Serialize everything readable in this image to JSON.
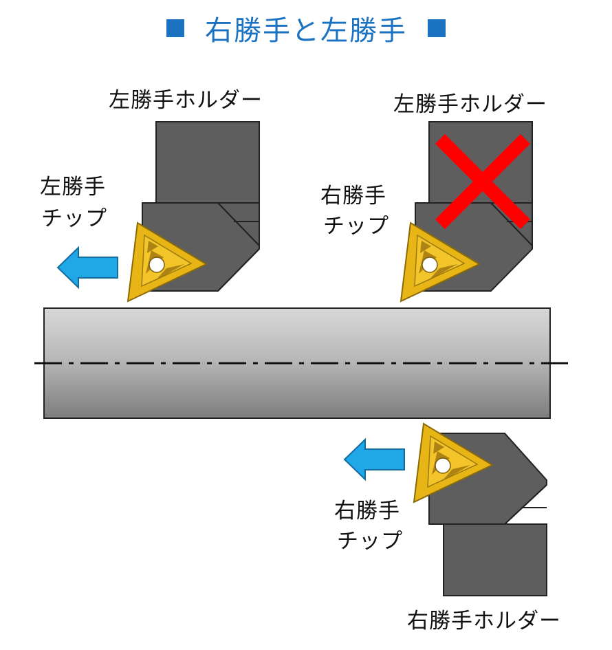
{
  "title": "右勝手と左勝手",
  "colors": {
    "title": "#1a72c0",
    "arrow": "#1fa7e8",
    "holder": "#5e5e5e",
    "insert": "#e8b516",
    "cross": "#ff0000"
  },
  "labels": {
    "holder_left": "左勝手ホルダー",
    "tip_left_line1": "左勝手",
    "tip_left_line2": "チップ",
    "holder_wrong": "左勝手ホルダー",
    "tip_right_line1": "右勝手",
    "tip_right_line2": "チップ",
    "tip_bottom_line1": "右勝手",
    "tip_bottom_line2": "チップ",
    "holder_right": "右勝手ホルダー"
  }
}
